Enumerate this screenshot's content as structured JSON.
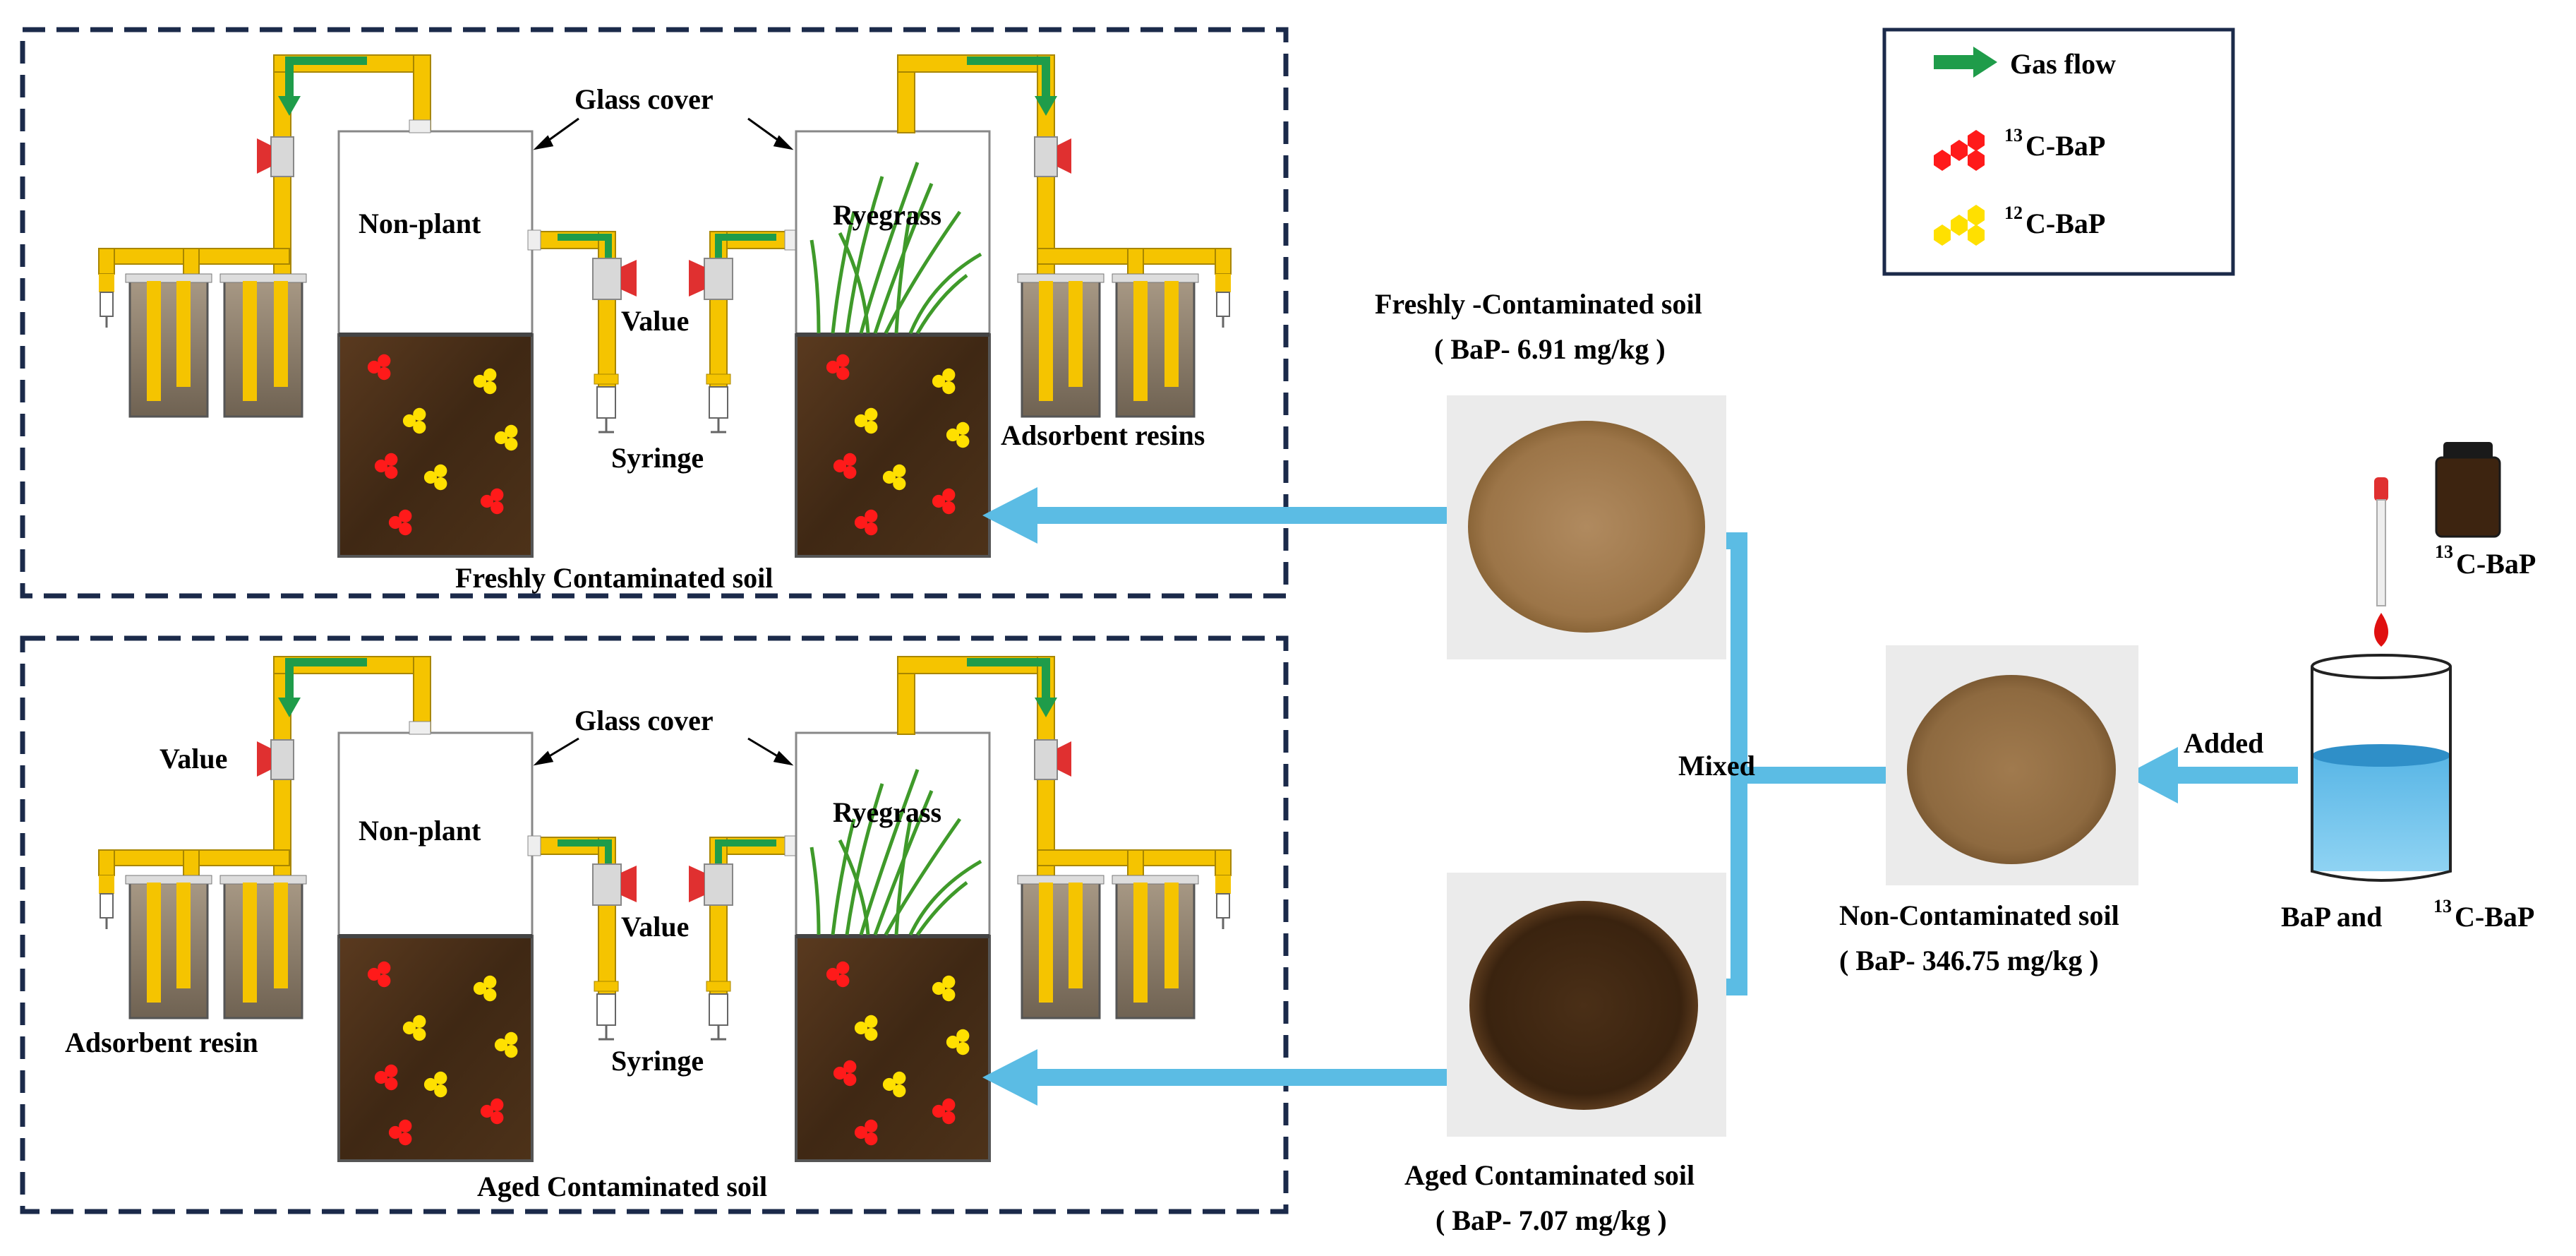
{
  "legend": {
    "gas_flow": "Gas flow",
    "c13_mass": "13",
    "c13_label": "C-BaP",
    "c12_mass": "12",
    "c12_label": "C-BaP",
    "colors": {
      "gas_arrow": "#1f9c4a",
      "c13": "#ff1a1a",
      "c12": "#ffe000",
      "flow_arrow": "#5bbce4",
      "pipe": "#f5c400",
      "frame": "#1b2a4a"
    }
  },
  "panels": {
    "fresh": {
      "glass_cover": "Glass cover",
      "non_plant": "Non-plant",
      "ryegrass": "Ryegrass",
      "value": "Value",
      "syringe": "Syringe",
      "adsorbent": "Adsorbent resins",
      "caption": "Freshly Contaminated soil"
    },
    "aged": {
      "glass_cover": "Glass cover",
      "non_plant": "Non-plant",
      "ryegrass": "Ryegrass",
      "value_left": "Value",
      "value": "Value",
      "syringe": "Syringe",
      "adsorbent": "Adsorbent resin",
      "caption": "Aged Contaminated soil"
    }
  },
  "samples": {
    "fresh_title": "Freshly -Contaminated soil",
    "fresh_conc": "( BaP- 6.91 mg/kg )",
    "aged_title": "Aged Contaminated soil",
    "aged_conc": "( BaP- 7.07 mg/kg )",
    "non_title": "Non-Contaminated soil",
    "non_conc": "( BaP- 346.75 mg/kg )",
    "mixed": "Mixed",
    "added": "Added",
    "bottle_mass": "13",
    "bottle_label": "C-BaP",
    "beaker_label_a": "BaP and ",
    "beaker_mass": "13",
    "beaker_label_b": "C-BaP"
  }
}
